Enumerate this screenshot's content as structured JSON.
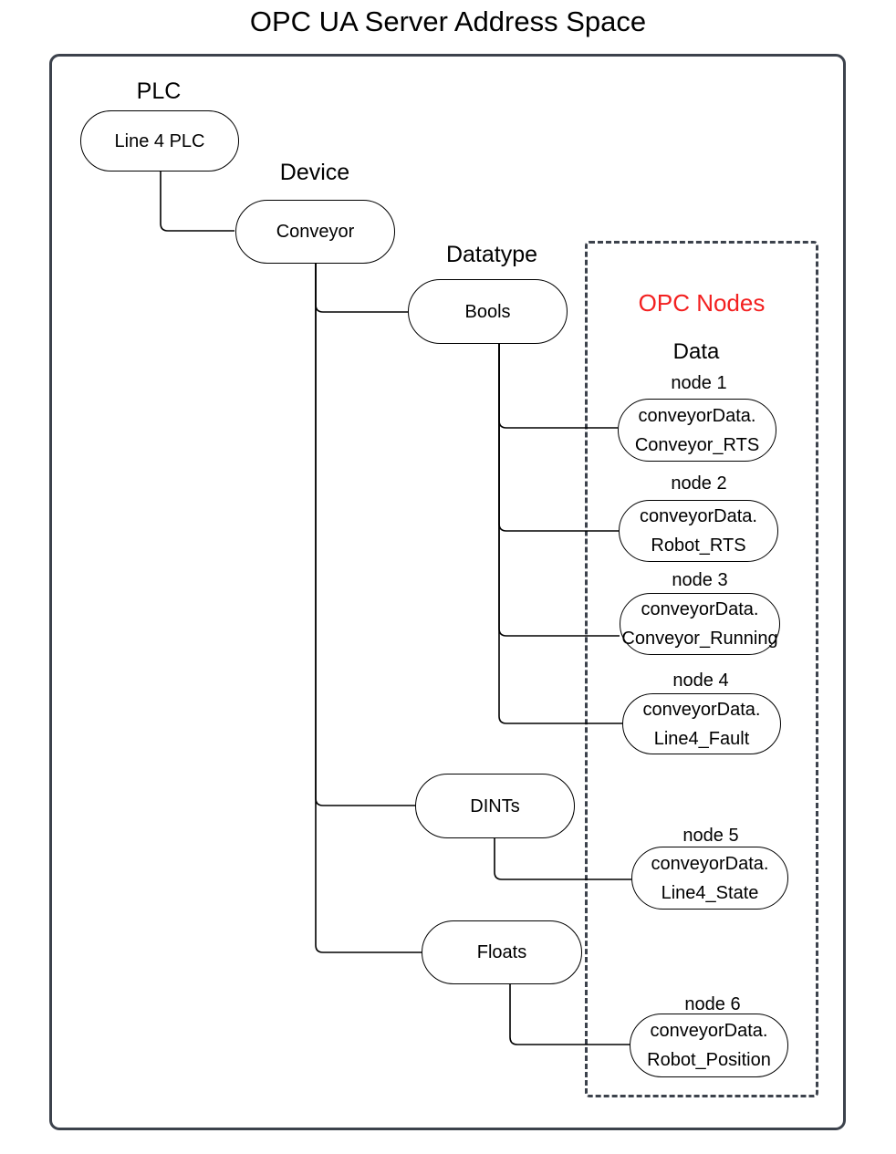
{
  "title": "OPC UA Server Address Space",
  "labels": {
    "plc": "PLC",
    "device": "Device",
    "datatype": "Datatype",
    "opc_nodes": "OPC Nodes",
    "data": "Data"
  },
  "nodes": {
    "plc": "Line 4 PLC",
    "device": "Conveyor",
    "datatypes": [
      "Bools",
      "DINTs",
      "Floats"
    ]
  },
  "opc_nodes": [
    {
      "label": "node 1",
      "value": "conveyorData.\nConveyor_RTS"
    },
    {
      "label": "node 2",
      "value": "conveyorData.\nRobot_RTS"
    },
    {
      "label": "node 3",
      "value": "conveyorData.\nConveyor_Running"
    },
    {
      "label": "node 4",
      "value": "conveyorData.\nLine4_Fault"
    },
    {
      "label": "node 5",
      "value": "conveyorData.\nLine4_State"
    },
    {
      "label": "node 6",
      "value": "conveyorData.\nRobot_Position"
    }
  ],
  "colors": {
    "accent_red": "#f32020",
    "frame_dark": "#3c424c",
    "node_stroke": "#000000"
  }
}
